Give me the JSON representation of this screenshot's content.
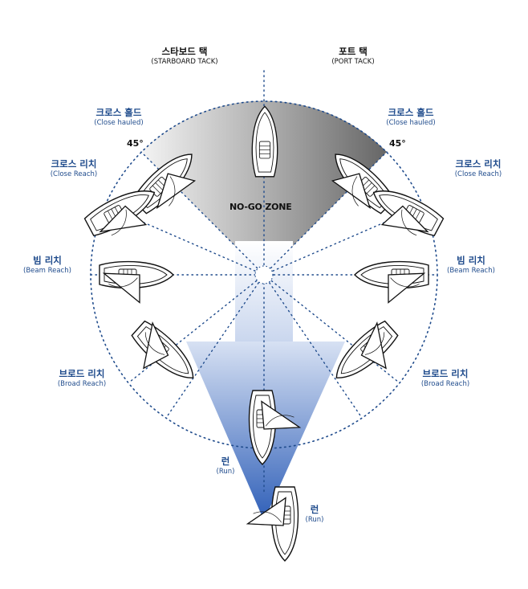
{
  "tacks": {
    "starboard": {
      "ko": "스타보드 택",
      "en": "(STARBOARD TACK)"
    },
    "port": {
      "ko": "포트 택",
      "en": "(PORT TACK)"
    }
  },
  "points_of_sail": {
    "close_hauled": {
      "ko": "크로스 홀드",
      "en": "(Close hauled)"
    },
    "close_reach": {
      "ko": "크로스 리치",
      "en": "(Close Reach)"
    },
    "beam_reach": {
      "ko": "빔 리치",
      "en": "(Beam Reach)"
    },
    "broad_reach": {
      "ko": "브로드 리치",
      "en": "(Broad Reach)"
    },
    "run": {
      "ko": "런",
      "en": "(Run)"
    }
  },
  "angle_label": "45°",
  "no_go_zone": "NO-GO ZONE",
  "colors": {
    "label_blue": "#1f4b8c",
    "circle_dots": "#1f4b8c",
    "no_go_dark": "#6b6b6b",
    "no_go_light": "#f2f2f2",
    "wind_arrow": "#2f5fb8"
  },
  "icons": [
    "sailboat-icon",
    "wind-arrow-icon"
  ]
}
